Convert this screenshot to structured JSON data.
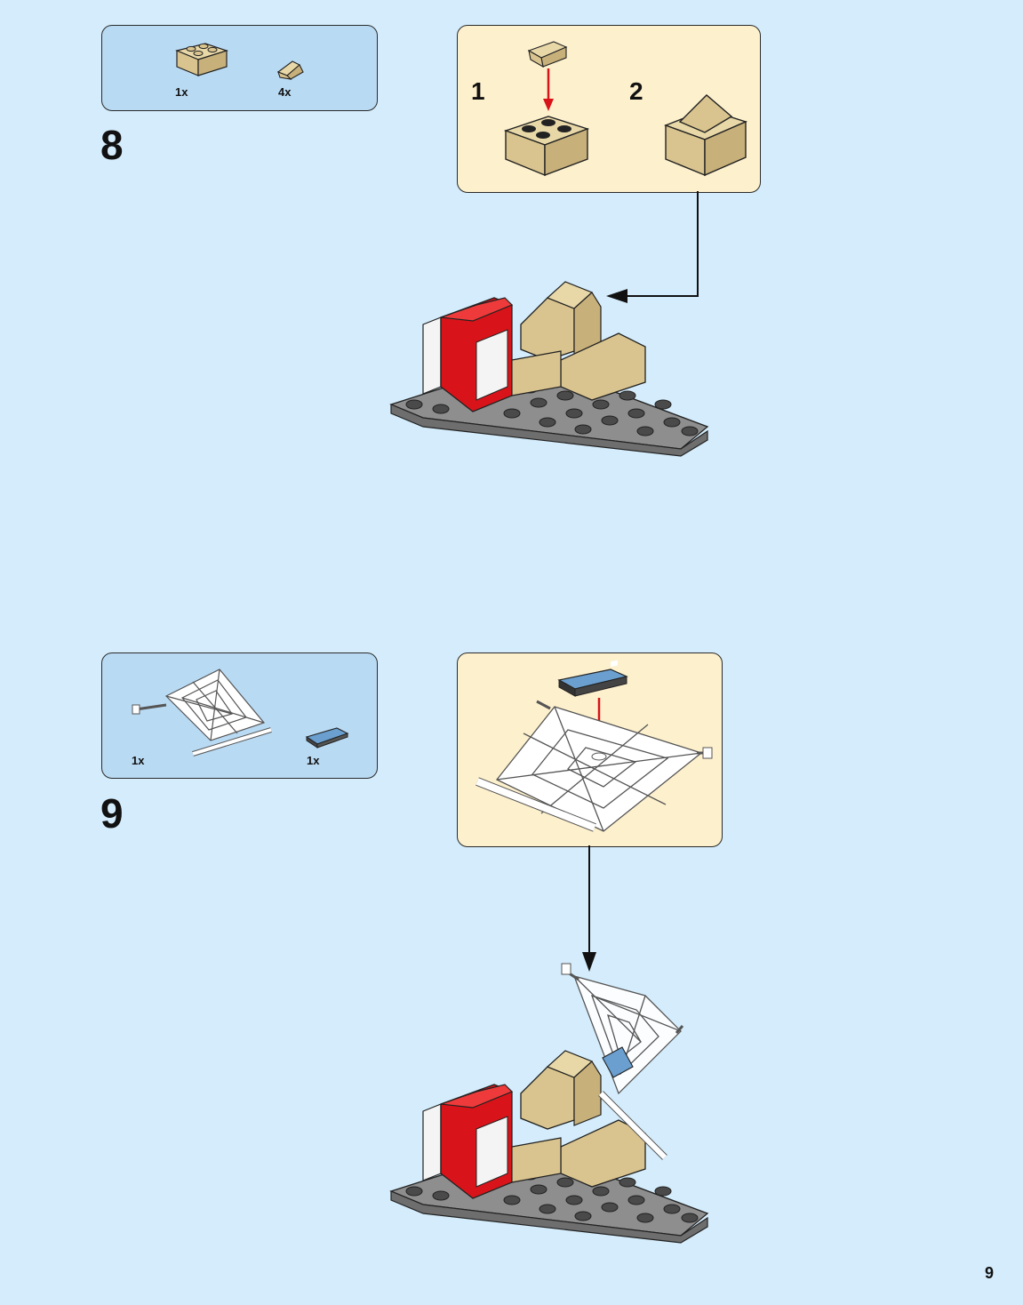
{
  "page_number": "9",
  "colors": {
    "background": "#d4ecfb",
    "parts_box": "#b9daf3",
    "sub_box": "#fdf0cd",
    "tan": "#d9c48f",
    "red": "#d8141a",
    "gray": "#8e8e8e"
  },
  "steps": [
    {
      "number": "8",
      "parts": [
        {
          "icon": "tan-2x2-brick-icon",
          "qty": "1x"
        },
        {
          "icon": "tan-slope-icon",
          "qty": "4x"
        }
      ],
      "substeps": [
        "1",
        "2"
      ]
    },
    {
      "number": "9",
      "parts": [
        {
          "icon": "spider-web-icon",
          "qty": "1x"
        },
        {
          "icon": "phone-tile-icon",
          "qty": "1x"
        }
      ]
    }
  ]
}
